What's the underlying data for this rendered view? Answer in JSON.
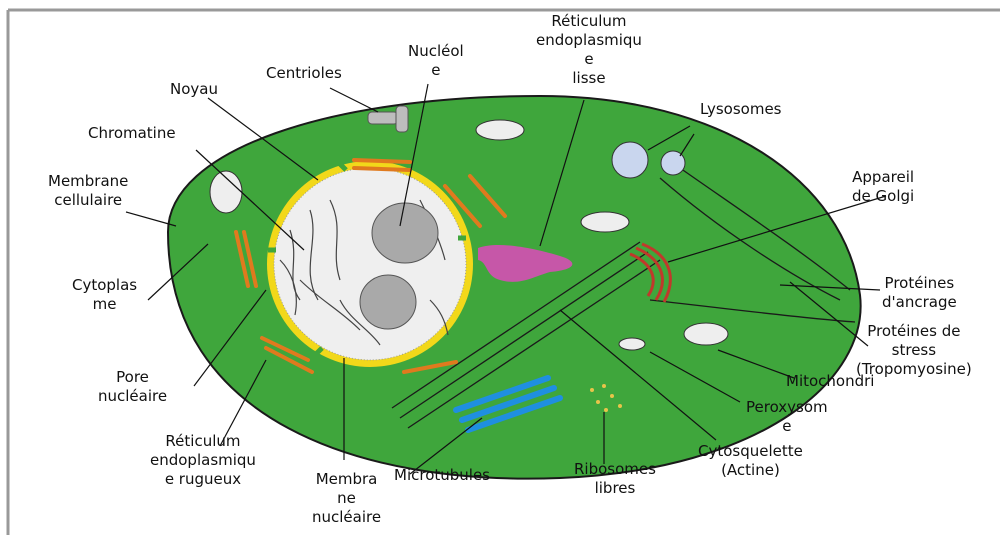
{
  "colors": {
    "cytoplasm": "#3fa63c",
    "nucleus_fill": "#efefef",
    "nuclear_envelope": "#f2d81a",
    "nucleolus": "#a9a9a9",
    "er": "#e07a1e",
    "golgi": "#c0392b",
    "smooth_er": "#c657a8",
    "microtubules": "#1f8fe0",
    "lysosome": "#c9d6ee",
    "ribosomes": "#e8c44a"
  },
  "labels": {
    "centrioles": "Centrioles",
    "noyau": "Noyau",
    "nucleole": [
      "Nucléol",
      "e"
    ],
    "reticulum_lisse": [
      "Réticulum",
      "endoplasmiqu",
      "e",
      "lisse"
    ],
    "lysosomes": "Lysosomes",
    "chromatine": "Chromatine",
    "membrane_cellulaire": [
      "Membrane",
      "cellulaire"
    ],
    "appareil_golgi": [
      "Appareil",
      "de Golgi"
    ],
    "cytoplasme": [
      "Cytoplas",
      "me"
    ],
    "proteines_ancrage": [
      "Protéines",
      "d'ancrage"
    ],
    "proteines_stress": [
      "Protéines de",
      "stress",
      "(Tropomyosine)"
    ],
    "pore_nucleaire": [
      "Pore",
      "nucléaire"
    ],
    "mitochondrie": "Mitochondri",
    "peroxysome": [
      "Peroxysom",
      "e"
    ],
    "reticulum_rugueux": [
      "Réticulum",
      "endoplasmiqu",
      "e rugueux"
    ],
    "cytosquelette": [
      "Cytosquelette",
      "(Actine)"
    ],
    "membrane_nucleaire": [
      "Membra",
      "ne",
      "nucléaire"
    ],
    "microtubules": "Microtubules",
    "ribosomes_libres": [
      "Ribosomes",
      "libres"
    ]
  }
}
